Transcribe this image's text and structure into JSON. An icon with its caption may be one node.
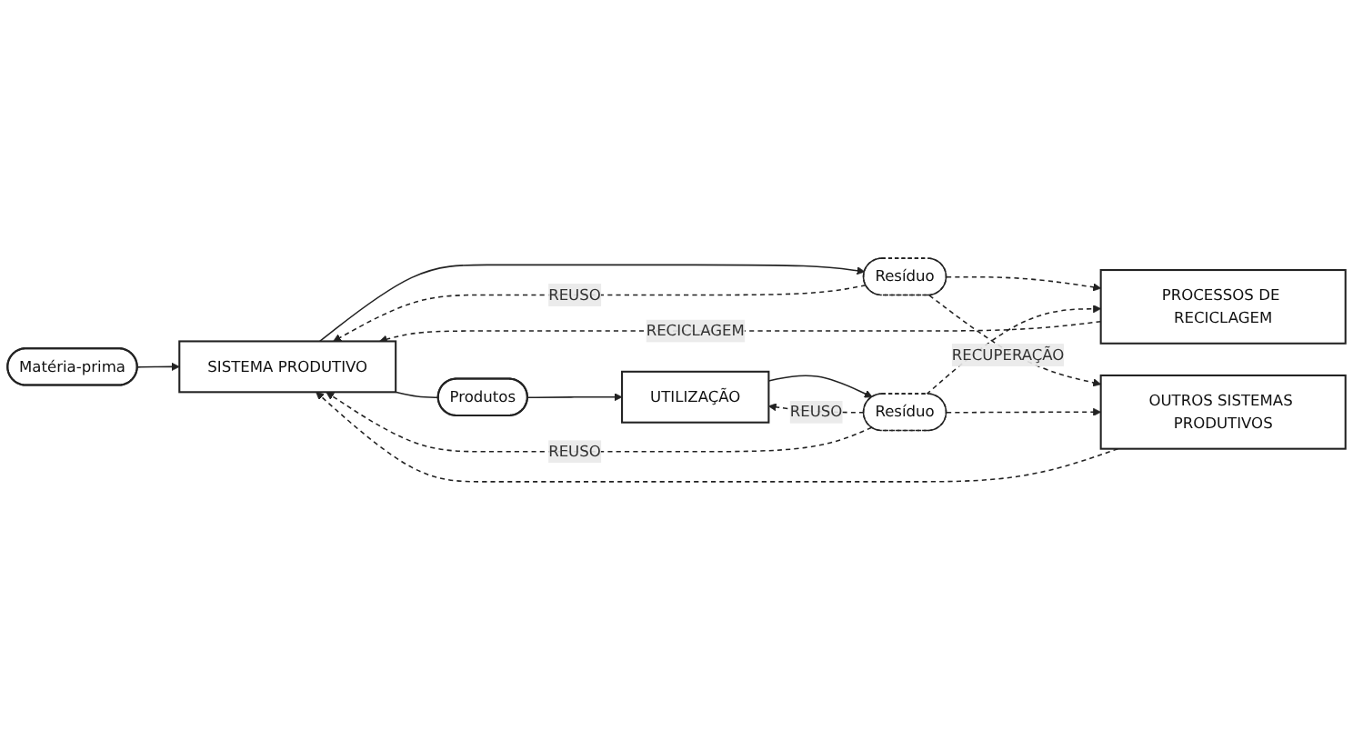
{
  "diagram": {
    "nodes": [
      {
        "text": [
          "Matéria-prima"
        ]
      },
      {
        "text": [
          "SISTEMA PRODUTIVO"
        ]
      },
      {
        "text": [
          "Produtos"
        ]
      },
      {
        "text": [
          "UTILIZAÇÃO"
        ]
      },
      {
        "text": [
          "Resíduo"
        ]
      },
      {
        "text": [
          "Resíduo"
        ]
      },
      {
        "text": [
          "PROCESSOS DE RECICLAGEM"
        ]
      },
      {
        "text": [
          "OUTROS SISTEMAS PRODUTIVOS"
        ]
      }
    ],
    "edges": [
      {
        "from": 0,
        "to": 1,
        "arrow": "to"
      },
      {
        "from": 1,
        "to": 2,
        "arrow": "none"
      },
      {
        "from": 2,
        "to": 3,
        "arrow": "to"
      },
      {
        "from": 1,
        "to": 4,
        "arrow": "to"
      },
      {
        "from": 3,
        "to": 5,
        "arrow": "to"
      },
      {
        "from": 4,
        "to": 1,
        "arrow": "to",
        "style": "dashed",
        "label": "REUSO"
      },
      {
        "from": 5,
        "to": 3,
        "arrow": "to",
        "style": "dashed",
        "label": "REUSO"
      },
      {
        "from": 5,
        "to": 1,
        "arrow": "to",
        "style": "dashed",
        "label": "REUSO"
      },
      {
        "from": 4,
        "to": 6,
        "arrow": "to",
        "style": "dashed"
      },
      {
        "from": 5,
        "to": 6,
        "arrow": "to",
        "style": "dashed"
      },
      {
        "from": 4,
        "to": 7,
        "arrow": "to",
        "style": "dashed",
        "label": "RECUPERAÇÃO"
      },
      {
        "from": 5,
        "to": 7,
        "arrow": "to",
        "style": "dashed"
      },
      {
        "from": 6,
        "to": 1,
        "arrow": "to",
        "style": "dashed",
        "label": "RECICLAGEM"
      },
      {
        "from": 7,
        "to": 1,
        "arrow": "to",
        "style": "dashed"
      }
    ]
  }
}
